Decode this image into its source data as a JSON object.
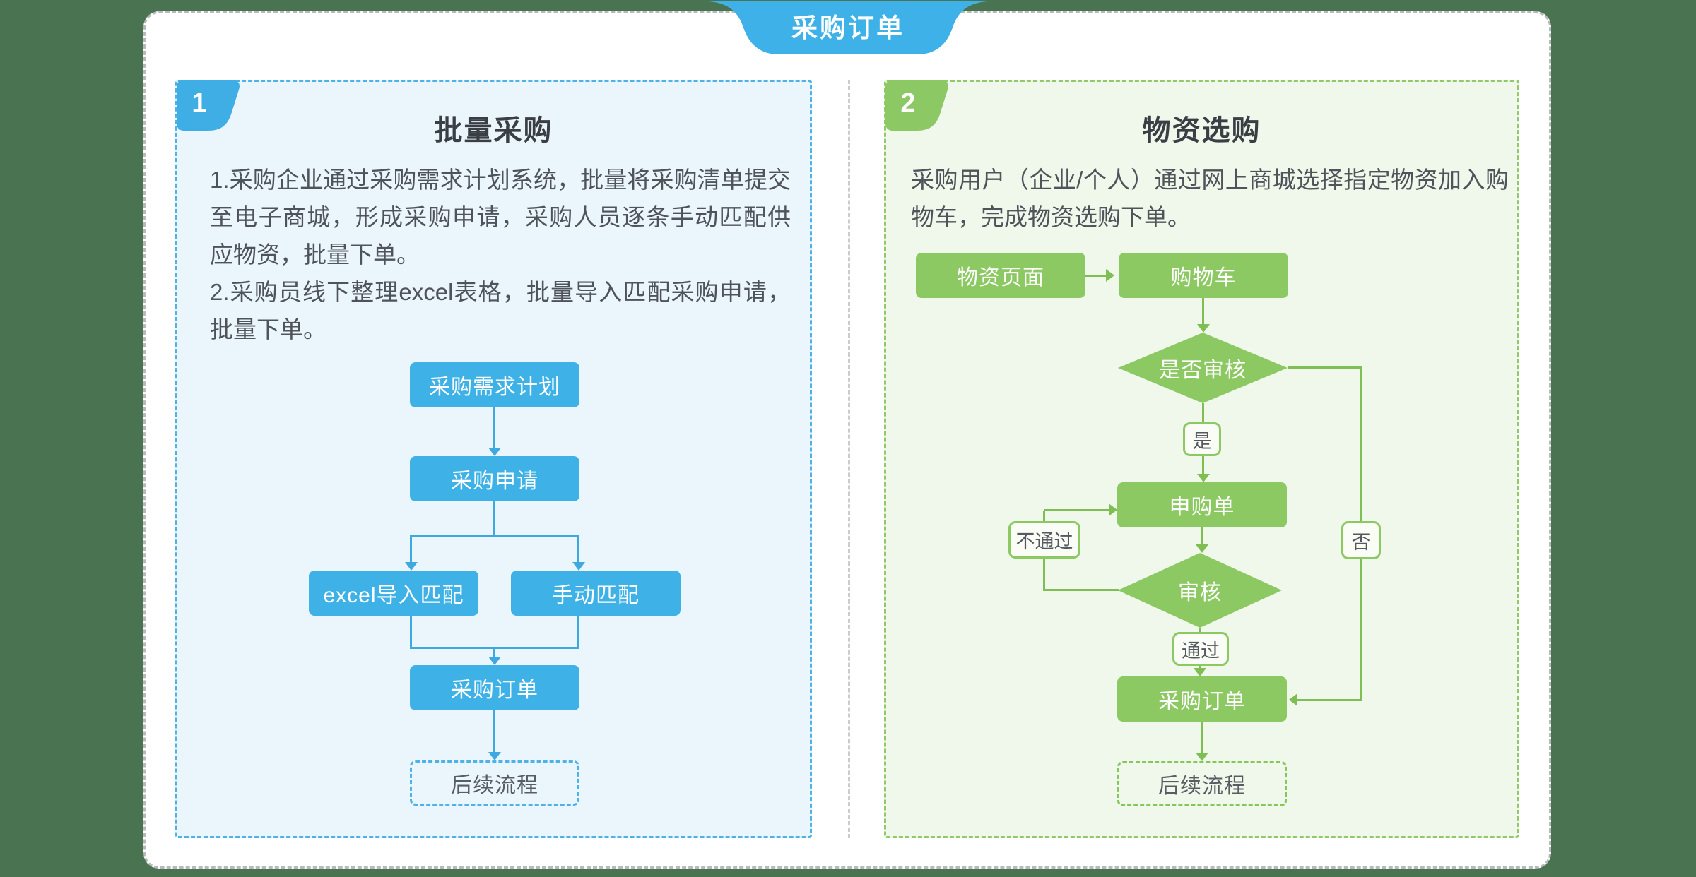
{
  "tab": {
    "title": "采购订单"
  },
  "colors": {
    "page_bg": "#497351",
    "accent_blue": "#3eb1e6",
    "accent_green": "#8cc963",
    "panel_blue_bg": "#ebf5fc",
    "panel_green_bg": "#f0f7eb",
    "card_bg": "#ffffff"
  },
  "left": {
    "badge": "1",
    "title": "批量采购",
    "desc": [
      "1.采购企业通过采购需求计划系统，批量将采购清单提交至电子商城，形成采购申请，采购人员逐条手动匹配供应物资，批量下单。",
      "2.采购员线下整理excel表格，批量导入匹配采购申请，批量下单。"
    ],
    "nodes": {
      "plan": "采购需求计划",
      "apply": "采购申请",
      "excel": "excel导入匹配",
      "manual": "手动匹配",
      "order": "采购订单",
      "next": "后续流程"
    }
  },
  "right": {
    "badge": "2",
    "title": "物资选购",
    "desc": [
      "采购用户（企业/个人）通过网上商城选择指定物资加入购物车，完成物资选购下单。"
    ],
    "nodes": {
      "page": "物资页面",
      "cart": "购物车",
      "review_q": "是否审核",
      "yes": "是",
      "no": "否",
      "req": "申购单",
      "audit": "审核",
      "fail": "不通过",
      "pass": "通过",
      "order": "采购订单",
      "next": "后续流程"
    }
  }
}
